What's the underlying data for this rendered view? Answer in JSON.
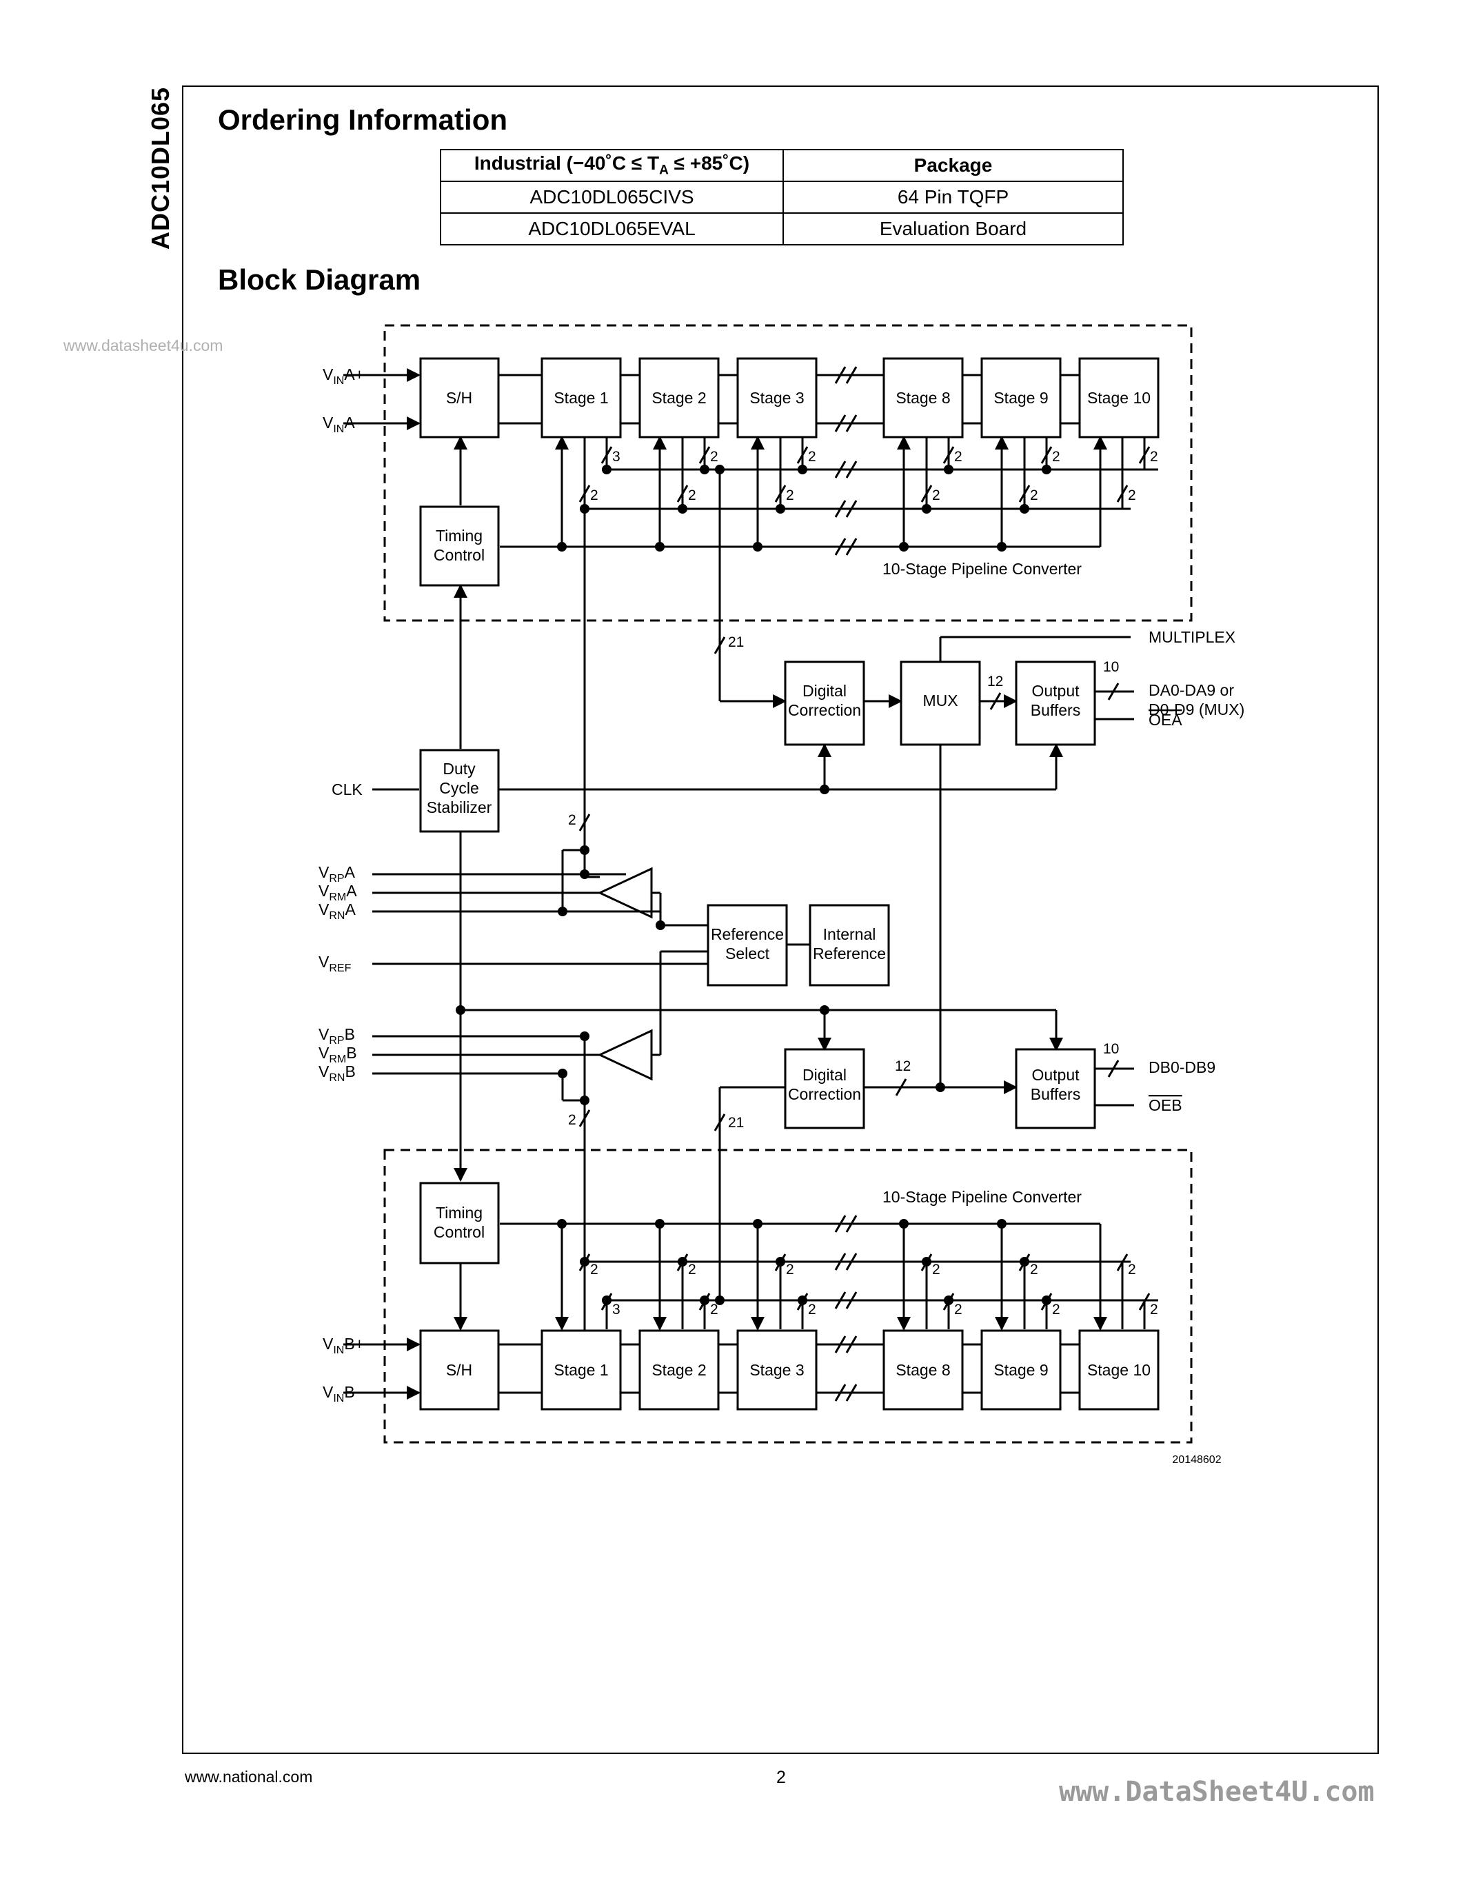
{
  "side_title": "ADC10DL065",
  "watermark_top": "www.datasheet4u.com",
  "ordering": {
    "heading": "Ordering Information",
    "headers": [
      "Industrial (−40˚C ≤ T_A ≤ +85˚C)",
      "Package"
    ],
    "header_industrial_pre": "Industrial (−40˚C ≤ T",
    "header_industrial_sub": "A",
    "header_industrial_post": " ≤ +85˚C)",
    "header_package": "Package",
    "rows": [
      {
        "part": "ADC10DL065CIVS",
        "package": "64 Pin TQFP"
      },
      {
        "part": "ADC10DL065EVAL",
        "package": "Evaluation Board"
      }
    ]
  },
  "block_diagram": {
    "heading": "Block Diagram",
    "sh_label": "S/H",
    "stages": [
      "Stage 1",
      "Stage 2",
      "Stage 3",
      "Stage 8",
      "Stage 9",
      "Stage 10"
    ],
    "timing": [
      "Timing",
      "Control"
    ],
    "duty": [
      "Duty",
      "Cycle",
      "Stabilizer"
    ],
    "digital_correction": [
      "Digital",
      "Correction"
    ],
    "mux": "MUX",
    "output_buffers": [
      "Output",
      "Buffers"
    ],
    "reference_select": [
      "Reference",
      "Select"
    ],
    "internal_reference": [
      "Internal",
      "Reference"
    ],
    "pipeline_label": "10-Stage Pipeline Converter",
    "multiplex": "MULTIPLEX",
    "clk": "CLK",
    "vin_a_plus": {
      "v": "V",
      "sub": "IN",
      "rest": "A+"
    },
    "vin_a_minus": {
      "v": "V",
      "sub": "IN",
      "rest": "A-"
    },
    "vin_b_plus": {
      "v": "V",
      "sub": "IN",
      "rest": "B+"
    },
    "vin_b_minus": {
      "v": "V",
      "sub": "IN",
      "rest": "B-"
    },
    "vrpa": {
      "v": "V",
      "sub": "RP",
      "rest": "A"
    },
    "vrma": {
      "v": "V",
      "sub": "RM",
      "rest": "A"
    },
    "vrna": {
      "v": "V",
      "sub": "RN",
      "rest": "A"
    },
    "vref": {
      "v": "V",
      "sub": "REF",
      "rest": ""
    },
    "vrpb": {
      "v": "V",
      "sub": "RP",
      "rest": "B"
    },
    "vrmb": {
      "v": "V",
      "sub": "RM",
      "rest": "B"
    },
    "vrnb": {
      "v": "V",
      "sub": "RN",
      "rest": "B"
    },
    "out_a_line1": "DA0-DA9 or",
    "out_a_line2": "D0-D9 (MUX)",
    "out_b": "DB0-DB9",
    "oea": "OEA",
    "oeb": "OEB",
    "bus_3": "3",
    "bus_2": "2",
    "bus_21": "21",
    "bus_12": "12",
    "bus_10": "10",
    "figure_id": "20148602"
  },
  "footer": {
    "website": "www.national.com",
    "page": "2",
    "brand": "www.DataSheet4U.com"
  }
}
